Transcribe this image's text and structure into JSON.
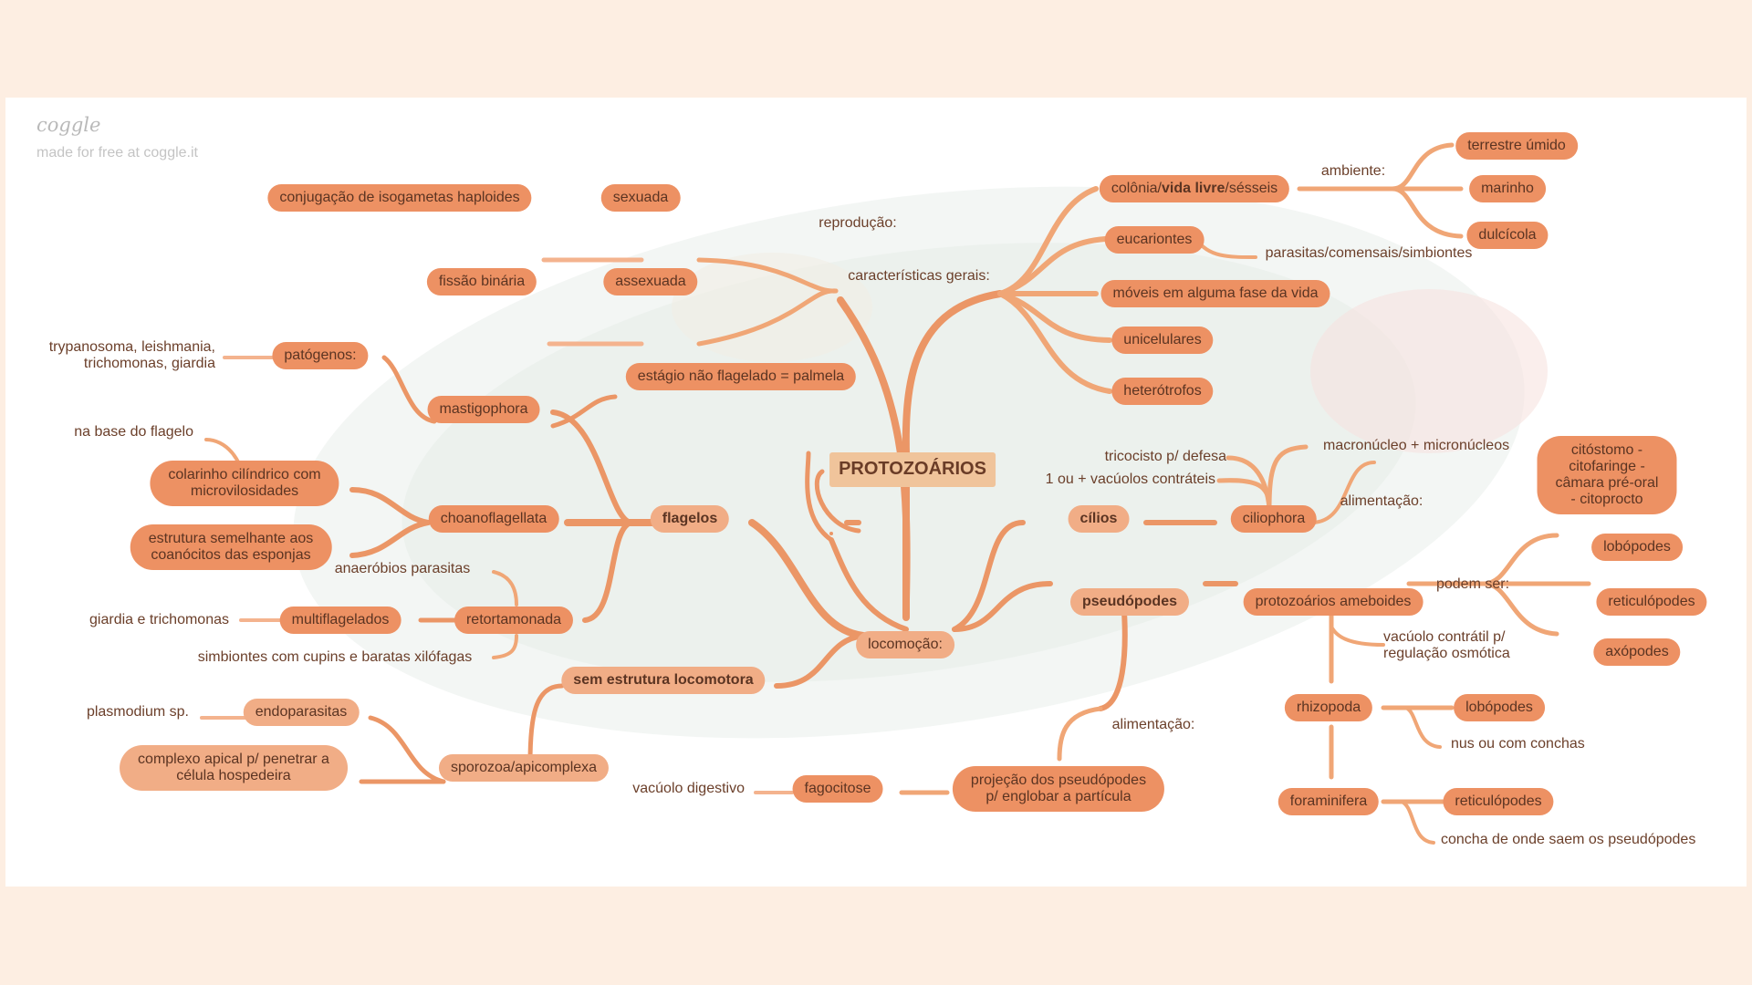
{
  "brand": {
    "logo": "coggle",
    "tagline": "made for free at coggle.it"
  },
  "colors": {
    "background": "#fdeee2",
    "branch_dark": "#ec8a5b",
    "branch_light": "#f0a478",
    "node_dark": "#ed9163",
    "node_light": "#f1ad86",
    "root": "#f0c49b"
  },
  "root": "PROTOZOÁRIOS",
  "labels": {
    "reproducao": "reprodução:",
    "caracteristicas": "características gerais:",
    "locomocao": "locomoção:",
    "ambiente": "ambiente:",
    "parasitas": "parasitas/comensais/simbiontes",
    "macronucleo": "macronúcleo + micronúcleos",
    "tricocisto": "tricocisto p/ defesa",
    "vacuolos_contrateis": "1 ou + vacúolos contráteis",
    "alimentacao_cilio": "alimentação:",
    "podem_ser": "podem ser:",
    "vacuolo_contratil": "vacúolo contrátil p/\nregulação osmótica",
    "nus_conchas": "nus ou com conchas",
    "concha": "concha de onde saem os pseudópodes",
    "alimentacao_pseudo": "alimentação:",
    "vacuolo_digestivo": "vacúolo digestivo",
    "trypanosoma": "trypanosoma, leishmania,\ntrichomonas, giardia",
    "na_base": "na base do flagelo",
    "anaerobios": "anaeróbios parasitas",
    "giardia": "giardia e trichomonas",
    "simbiontes": "simbiontes com cupins e baratas xilófagas",
    "plasmodium": "plasmodium sp."
  },
  "nodes": {
    "conjugacao": "conjugação de isogametas haploides",
    "sexuada": "sexuada",
    "fissao": "fissão binária",
    "assexuada": "assexuada",
    "colonia_pre": "colônia/",
    "colonia_bold": "vida livre",
    "colonia_post": "/sésseis",
    "eucariontes": "eucariontes",
    "moveis": "móveis em alguma fase da vida",
    "unicelulares": "unicelulares",
    "heterotrofos": "heterótrofos",
    "terrestre": "terrestre úmido",
    "marinho": "marinho",
    "dulcicola": "dulcícola",
    "patogenos": "patógenos:",
    "mastigophora": "mastigophora",
    "estagio": "estágio não flagelado = palmela",
    "colarinho": "colarinho cilíndrico com\nmicrovilosidades",
    "choanoflagellata": "choanoflagellata",
    "estrutura": "estrutura semelhante aos\ncoanócitos das esponjas",
    "flagelos": "flagelos",
    "multiflagelados": "multiflagelados",
    "retortamonada": "retortamonada",
    "sem_estrutura": "sem estrutura locomotora",
    "endoparasitas": "endoparasitas",
    "complexo": "complexo apical p/ penetrar a\ncélula hospedeira",
    "sporozoa": "sporozoa/apicomplexa",
    "cilios": "cílios",
    "ciliophora": "ciliophora",
    "citostomo": "citóstomo - citofaringe -\ncâmara pré-oral - citoprocto",
    "pseudopodes": "pseudópodes",
    "ameboides": "protozoários ameboides",
    "lobopodes_1": "lobópodes",
    "reticulopodes_1": "reticulópodes",
    "axopodes": "axópodes",
    "rhizopoda": "rhizopoda",
    "lobopodes_2": "lobópodes",
    "foraminifera": "foraminifera",
    "reticulopodes_2": "reticulópodes",
    "projecao": "projeção dos pseudópodes\np/ englobar a partícula",
    "fagocitose": "fagocitose",
    "locomocao_node": "locomoção:"
  }
}
